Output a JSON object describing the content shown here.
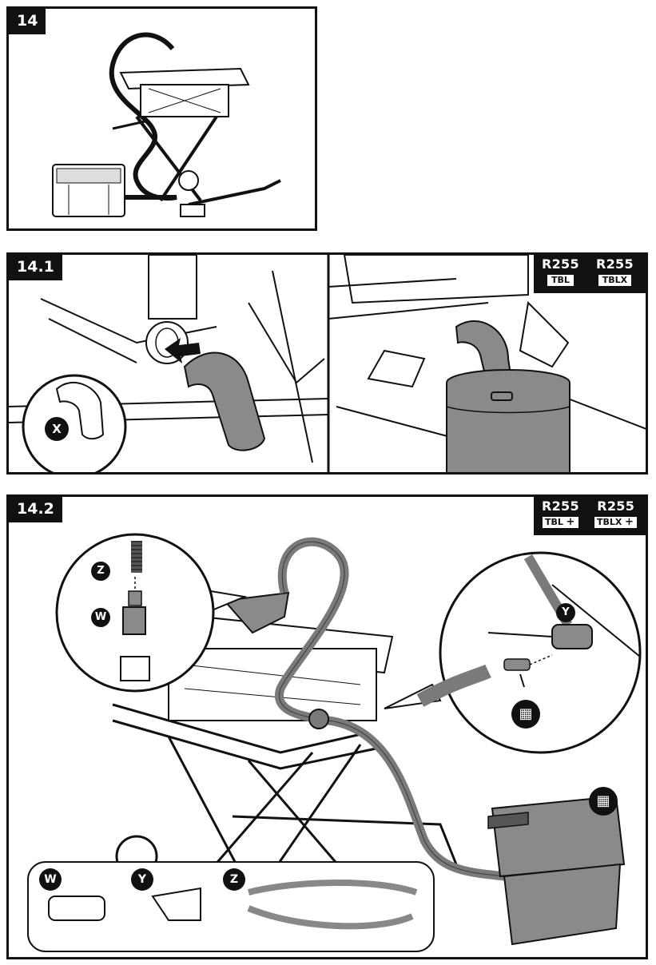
{
  "steps": {
    "step14": {
      "label": "14"
    },
    "step14_1": {
      "label": "14.1"
    },
    "step14_2": {
      "label": "14.2"
    }
  },
  "models_14_1": [
    {
      "name": "R255",
      "variant": "TBL"
    },
    {
      "name": "R255",
      "variant": "TBLX"
    }
  ],
  "models_14_2": [
    {
      "name": "R255",
      "variant": "TBL",
      "suffix": "+"
    },
    {
      "name": "R255",
      "variant": "TBLX",
      "suffix": "+"
    }
  ],
  "parts": {
    "x": "X",
    "y": "Y",
    "z": "Z",
    "w": "W"
  },
  "icons": {
    "basket": "shopping-basket-icon",
    "arrow": "insert-arrow-icon"
  },
  "colors": {
    "ink": "#111111",
    "hose": "#7a7a7a",
    "paper": "#ffffff"
  }
}
